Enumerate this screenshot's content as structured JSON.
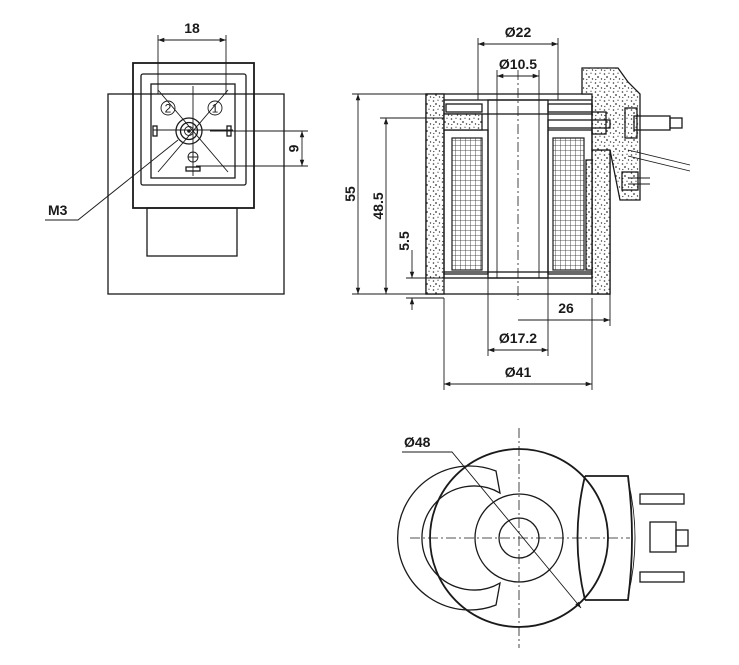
{
  "dimensions": {
    "width_18": "18",
    "pin_offset_9": "9",
    "thread": "M3",
    "height_55": "55",
    "height_48_5": "48.5",
    "base_5_5": "5.5",
    "dia_22": "Ø22",
    "dia_10_5": "Ø10.5",
    "radius_26": "26",
    "dia_17_2": "Ø17.2",
    "dia_41": "Ø41",
    "dia_48": "Ø48"
  },
  "connector_pins": {
    "pin_2": "2",
    "pin_1": "1"
  },
  "colors": {
    "line": "#1a1a1a",
    "background": "#ffffff"
  }
}
